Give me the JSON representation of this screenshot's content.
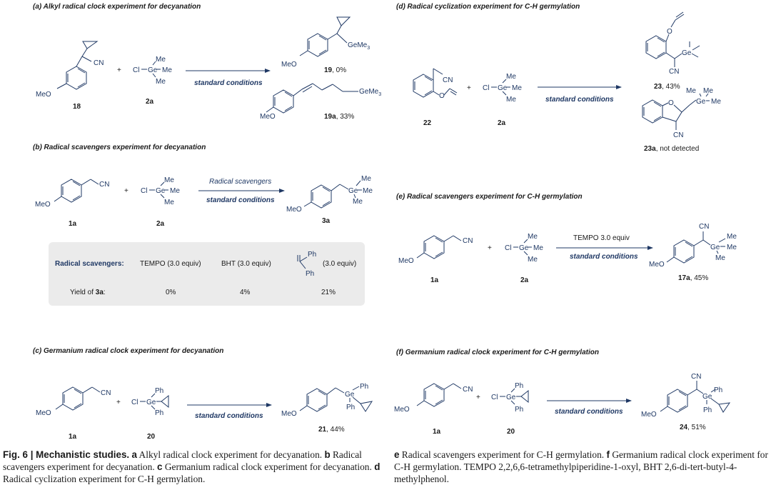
{
  "panels": {
    "a": {
      "title": "(a) Alkyl radical clock experiment for decyanation",
      "reactant_label": "18",
      "reagent_label": "2a",
      "plus": "+",
      "conditions": "standard conditions",
      "product1_label": "19",
      "product1_yield": ", 0%",
      "product2_label": "19a",
      "product2_yield": ", 33%"
    },
    "b": {
      "title": "(b) Radical scavengers experiment for decyanation",
      "reactant_label": "1a",
      "reagent_label": "2a",
      "plus": "+",
      "conditions_top": "Radical scavengers",
      "conditions": "standard conditions",
      "product_label": "3a",
      "table": {
        "header_label": "Radical scavengers:",
        "col1": "TEMPO (3.0 equiv)",
        "col2": "BHT (3.0 equiv)",
        "col3": "(3.0 equiv)",
        "row_label_prefix": "Yield of ",
        "row_label_compound": "3a",
        "row_label_suffix": ":",
        "yields": [
          "0%",
          "4%",
          "21%"
        ]
      }
    },
    "c": {
      "title": "(c) Germanium radical clock experiment for decyanation",
      "reactant_label": "1a",
      "reagent_label": "20",
      "plus": "+",
      "conditions": "standard conditions",
      "product_label": "21",
      "product_yield": ", 44%"
    },
    "d": {
      "title": "(d) Radical cyclization experiment for C-H germylation",
      "reactant_label": "22",
      "reagent_label": "2a",
      "plus": "+",
      "conditions": "standard conditions",
      "product1_label": "23",
      "product1_yield": ", 43%",
      "product2_label": "23a",
      "product2_yield": ", not detected"
    },
    "e": {
      "title": "(e) Radical scavengers experiment for C-H germylation",
      "reactant_label": "1a",
      "reagent_label": "2a",
      "plus": "+",
      "conditions_top": "TEMPO 3.0 equiv",
      "conditions": "standard conditions",
      "product_label": "17a",
      "product_yield": ", 45%"
    },
    "f": {
      "title": "(f) Germanium radical clock experiment for C-H germylation",
      "reactant_label": "1a",
      "reagent_label": "20",
      "plus": "+",
      "conditions": "standard conditions",
      "product_label": "24",
      "product_yield": ", 51%"
    }
  },
  "atoms": {
    "meo": "MeO",
    "cn": "CN",
    "me": "Me",
    "ph": "Ph",
    "cl": "Cl",
    "ge": "Ge",
    "gemes": "GeMe",
    "sub3": "3"
  },
  "caption": {
    "fig_label": "Fig. 6 | Mechanistic studies.",
    "a_key": "a",
    "a_text": " Alkyl radical clock experiment for decyanation.",
    "b_key": "b",
    "b_text": " Radical scavengers experiment for decyanation.",
    "c_key": "c",
    "c_text": " Germanium radical clock experiment for decyanation.",
    "d_key": "d",
    "d_text": " Radical cyclization experiment for C-H germylation.",
    "e_key": "e",
    "e_text": " Radical scavengers experiment for C-H germylation.",
    "f_key": "f",
    "f_text": " Germanium radical clock experiment for C-H germylation. TEMPO 2,2,6,6-tetramethylpiperidine-1-oxyl, BHT 2,6-di-tert-butyl-4-methylphenol."
  },
  "colors": {
    "structure": "#1f3864",
    "text": "#1a1a1a",
    "table_bg": "#ebebeb"
  }
}
